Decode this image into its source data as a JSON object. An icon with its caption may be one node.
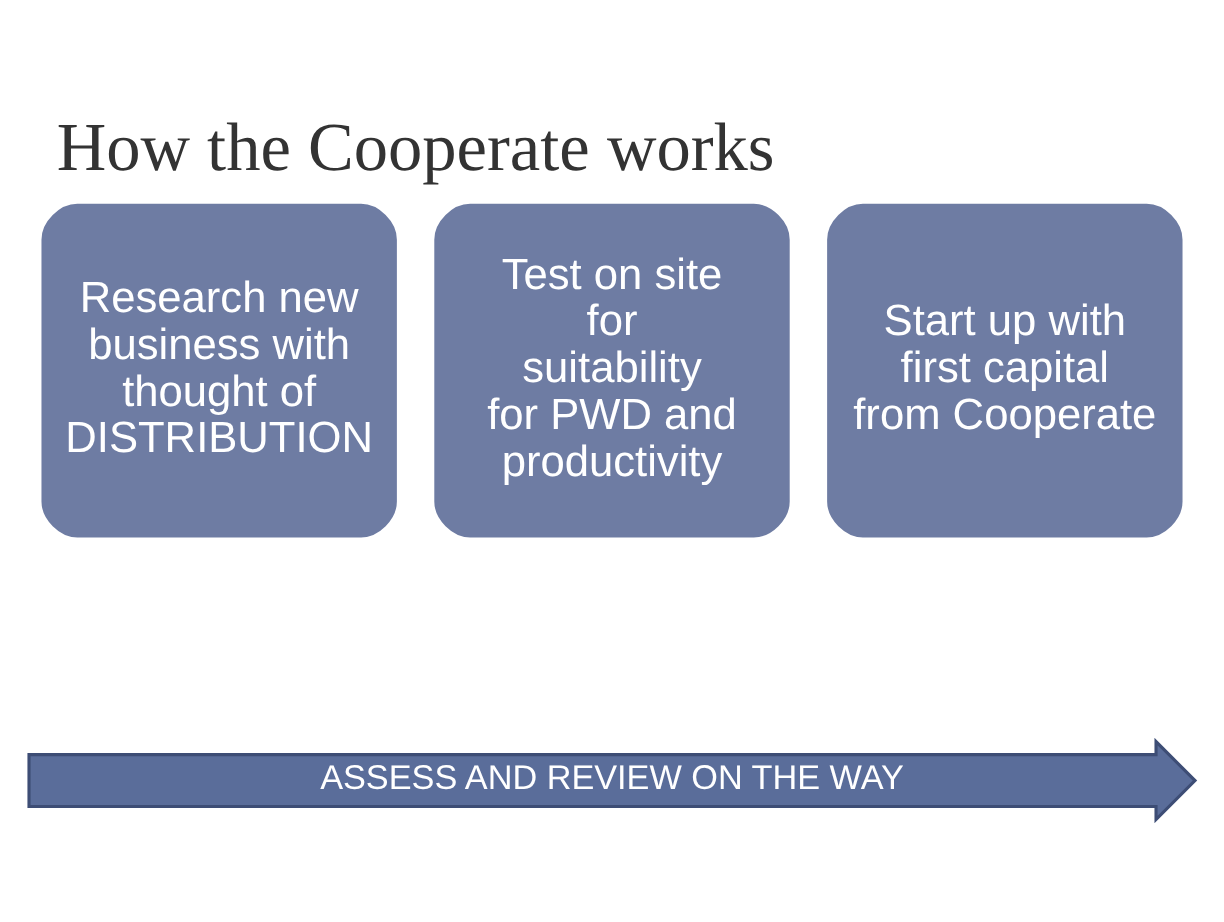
{
  "diagram": {
    "title": "How the Cooperate works",
    "nodes": [
      {
        "text": [
          "Research new business with thought of DISTRIBUTION"
        ]
      },
      {
        "text": [
          "Test on site for suitability for PWD and productivity"
        ]
      },
      {
        "text": [
          "Start up with first capital from Cooperate"
        ]
      },
      {
        "text": [
          "ASSESS AND REVIEW ON THE WAY"
        ]
      }
    ],
    "edges": []
  }
}
